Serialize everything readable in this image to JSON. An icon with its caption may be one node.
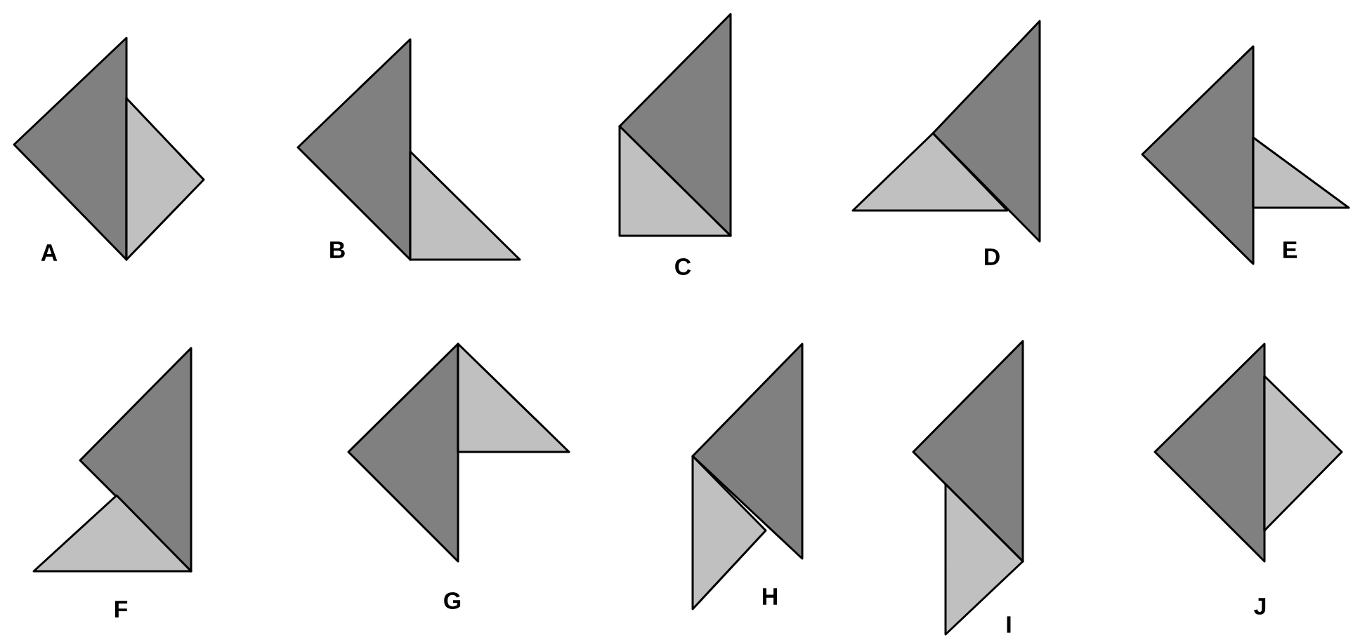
{
  "diagram": {
    "labels": [
      "A",
      "B",
      "C",
      "D",
      "E",
      "F",
      "G",
      "H",
      "I",
      "J"
    ]
  }
}
